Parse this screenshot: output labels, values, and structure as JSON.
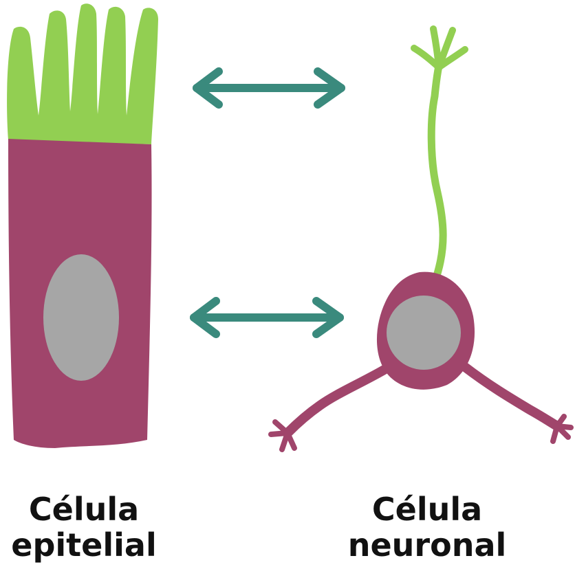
{
  "colors": {
    "cell_body": "#a0456b",
    "cilia_axon": "#92cf52",
    "nucleus": "#a6a6a6",
    "arrow": "#3a8a7d",
    "label_text": "#111111",
    "background": "#ffffff"
  },
  "labels": {
    "epithelial": {
      "line1": "Célula",
      "line2": "epitelial"
    },
    "neuronal": {
      "line1": "Célula",
      "line2": "neuronal"
    }
  },
  "icons": {
    "arrow_top": "double-arrow-icon",
    "arrow_bottom": "double-arrow-icon"
  }
}
